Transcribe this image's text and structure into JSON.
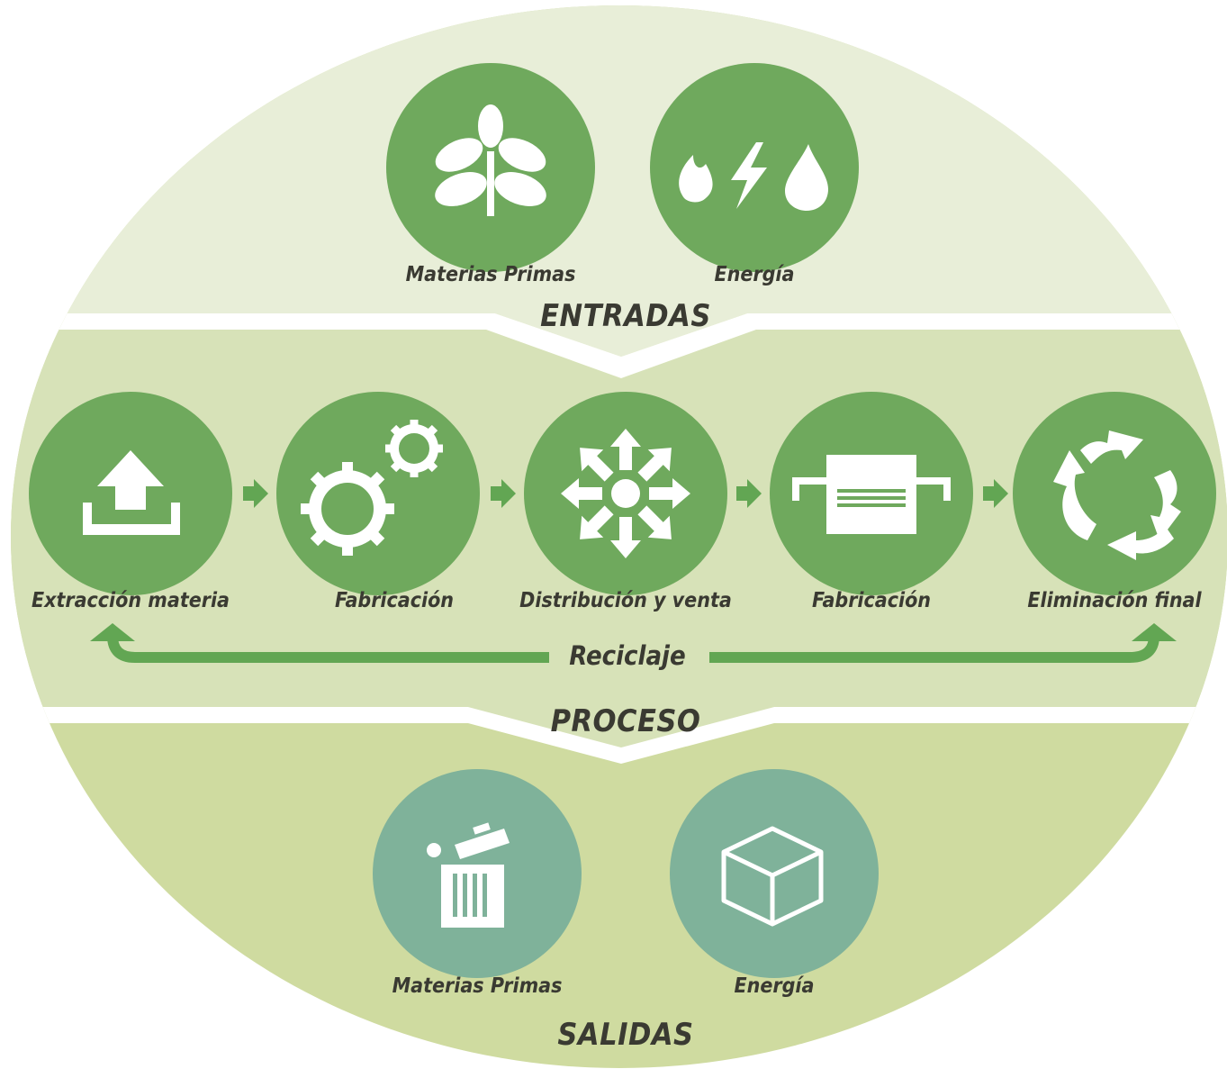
{
  "colors": {
    "band_top": "#e8eed8",
    "band_middle": "#d7e2b8",
    "band_bottom": "#cfdba0",
    "circle_green": "#6fa95d",
    "circle_teal": "#7fb29a",
    "arrow_green": "#62a653",
    "text": "#3a3a32",
    "divider": "#ffffff"
  },
  "entradas": {
    "title": "ENTRADAS",
    "items": [
      {
        "label": "Materias Primas",
        "icon": "plant-sprout-icon"
      },
      {
        "label": "Energía",
        "icon": "fire-bolt-drop-icon"
      }
    ]
  },
  "proceso": {
    "title": "PROCESO",
    "steps": [
      {
        "label": "Extracción materia",
        "icon": "upload-extract-icon"
      },
      {
        "label": "Fabricación",
        "icon": "gears-icon"
      },
      {
        "label": "Distribución y venta",
        "icon": "distribution-arrows-icon"
      },
      {
        "label": "Fabricación",
        "icon": "hands-product-icon"
      },
      {
        "label": "Eliminación final",
        "icon": "recycle-icon"
      }
    ],
    "recycle_label": "Reciclaje"
  },
  "salidas": {
    "title": "SALIDAS",
    "items": [
      {
        "label": "Materias Primas",
        "icon": "trash-bin-icon"
      },
      {
        "label": "Energía",
        "icon": "box-cube-icon"
      }
    ]
  }
}
